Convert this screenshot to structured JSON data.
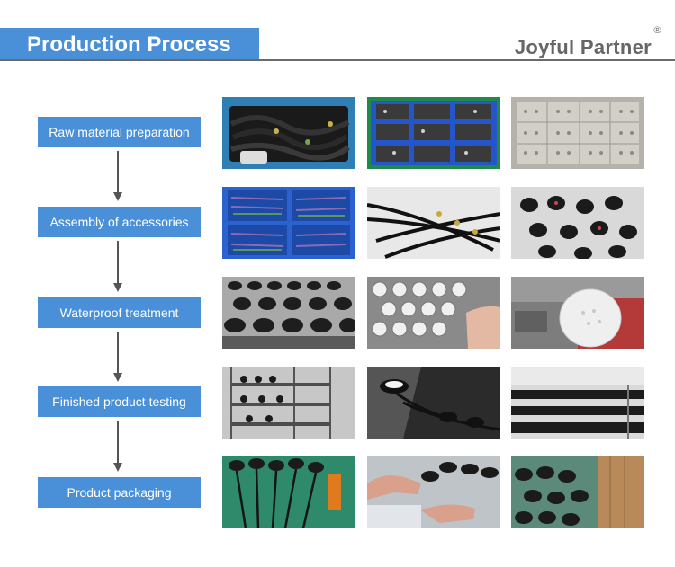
{
  "header": {
    "title": "Production Process",
    "brand": "Joyful Partner",
    "registered_mark": "®"
  },
  "colors": {
    "accent": "#4a90d9",
    "rule": "#6a6a6a",
    "brand_text": "#666666"
  },
  "steps": [
    {
      "label": "Raw material preparation",
      "photos": [
        "cable-bundle-photo",
        "blue-crate-connectors-photo",
        "steel-plates-photo"
      ]
    },
    {
      "label": "Assembly of accessories",
      "photos": [
        "blue-crate-wires-photo",
        "cable-assembly-photo",
        "connector-heads-photo"
      ]
    },
    {
      "label": "Waterproof treatment",
      "photos": [
        "black-housings-photo",
        "led-panels-photo",
        "potting-disc-photo"
      ]
    },
    {
      "label": "Finished product testing",
      "photos": [
        "testing-rack-photo",
        "lit-lamp-photo",
        "lamp-rows-photo"
      ]
    },
    {
      "label": "Product packaging",
      "photos": [
        "lamps-on-table-photo",
        "hands-packaging-photo",
        "boxed-lamps-photo"
      ]
    }
  ]
}
